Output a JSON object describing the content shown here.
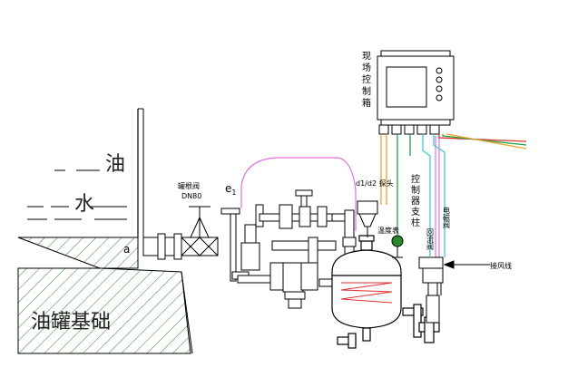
{
  "labels": {
    "oil": "油",
    "water": "水",
    "point_a": "a",
    "tank_base": "油罐基础",
    "sampling_valve": "罐根阀",
    "dn80": "DN80",
    "e1": "e",
    "e1_sub": "1",
    "probe": "d1/d2 探头",
    "thermometer": "温度表",
    "control_box": "现场控制箱",
    "control_post": "控制器支柱",
    "check_valve": "回流阀",
    "solenoid_valve": "电磁阀",
    "air_line": "接风线"
  },
  "colors": {
    "line": "#000000",
    "pink": "#e070e0",
    "cyan": "#40c8d8",
    "orange": "#f0a030",
    "green": "#20a040",
    "red": "#e03030",
    "hatch": "#2a8a2a"
  }
}
